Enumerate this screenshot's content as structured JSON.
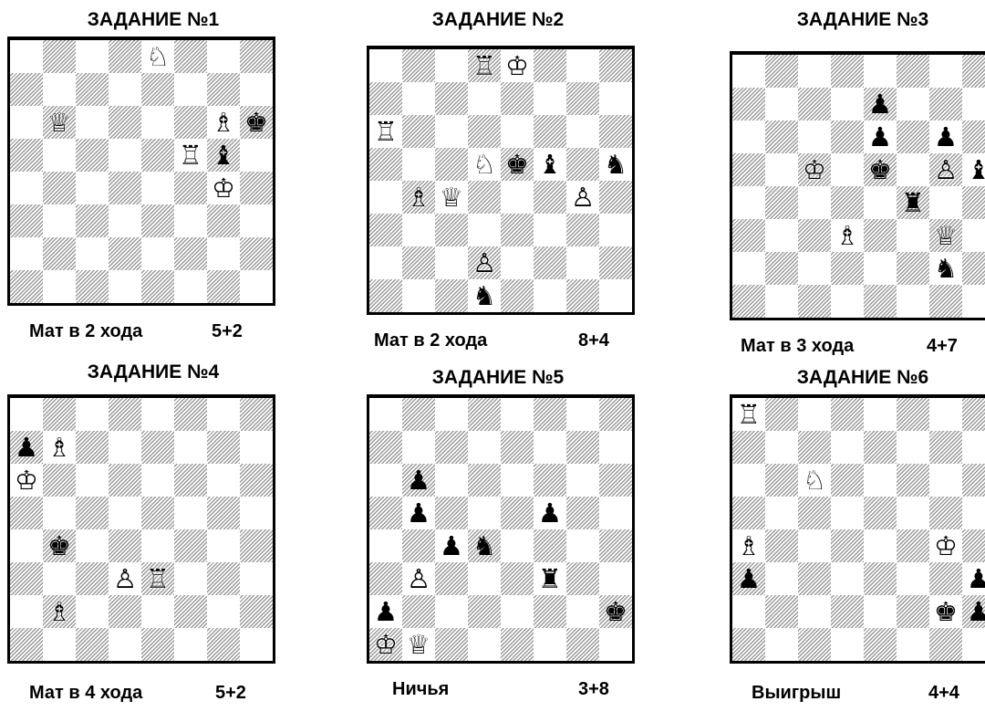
{
  "glyphs": {
    "K": "♔",
    "Q": "♕",
    "R": "♖",
    "B": "♗",
    "N": "♘",
    "P": "♙",
    "k": "♚",
    "q": "♛",
    "r": "♜",
    "b": "♝",
    "n": "♞",
    "p": "♟"
  },
  "problems": [
    {
      "title": "ЗАДАНИЕ №1",
      "task": "Мат в 2 хода",
      "count": "5+2",
      "board": [
        "....N...",
        "........",
        ".Q....Bk",
        ".....Rb.",
        "......K.",
        "........",
        "........",
        "........"
      ]
    },
    {
      "title": "ЗАДАНИЕ №2",
      "task": "Мат в 2 хода",
      "count": "8+4",
      "board": [
        "...RK...",
        "........",
        "R.......",
        "...Nkb.n",
        ".BQ...P.",
        "........",
        "...P....",
        "...n...."
      ]
    },
    {
      "title": "ЗАДАНИЕ №3",
      "task": "Мат в 3 хода",
      "count": "4+7",
      "board": [
        "........",
        "....p...",
        "....p.p.",
        "..K.k.Pb",
        ".....r..",
        "...B..Q.",
        "......n.",
        "........"
      ]
    },
    {
      "title": "ЗАДАНИЕ №4",
      "task": "Мат в 4 хода",
      "count": "5+2",
      "board": [
        "........",
        "pB......",
        "K.......",
        "........",
        ".k......",
        "...PR...",
        ".B......",
        "........"
      ]
    },
    {
      "title": "ЗАДАНИЕ №5",
      "task": "Ничья",
      "count": "3+8",
      "board": [
        "........",
        "........",
        ".p......",
        ".p...p..",
        "..pn....",
        ".P...r..",
        "p......k",
        "KQ......"
      ]
    },
    {
      "title": "ЗАДАНИЕ №6",
      "task": "Выигрыш",
      "count": "4+4",
      "board": [
        "R.......",
        "........",
        "..N.....",
        "........",
        "B.....K.",
        "p......p",
        "......kp",
        "........"
      ]
    }
  ]
}
